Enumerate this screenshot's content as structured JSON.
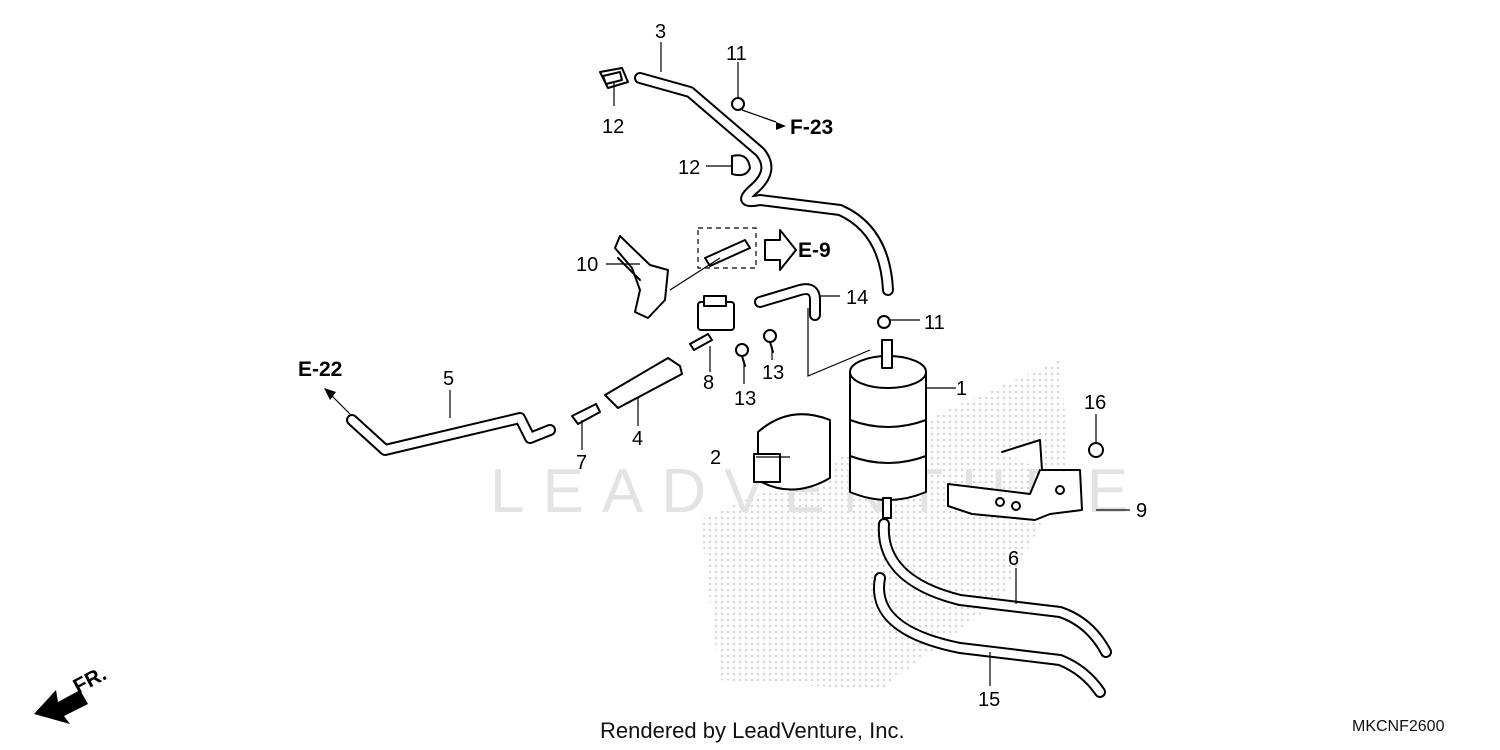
{
  "diagram": {
    "callouts": [
      "1",
      "2",
      "3",
      "4",
      "5",
      "6",
      "7",
      "8",
      "9",
      "10",
      "11",
      "11",
      "12",
      "12",
      "13",
      "13",
      "14",
      "15",
      "16"
    ],
    "refs": {
      "f23": "F-23",
      "e9": "E-9",
      "e22": "E-22",
      "front": "FR."
    },
    "watermark": "LEADVENTURE",
    "footer": {
      "credit": "Rendered by LeadVenture, Inc.",
      "code": "MKCNF2600"
    }
  }
}
